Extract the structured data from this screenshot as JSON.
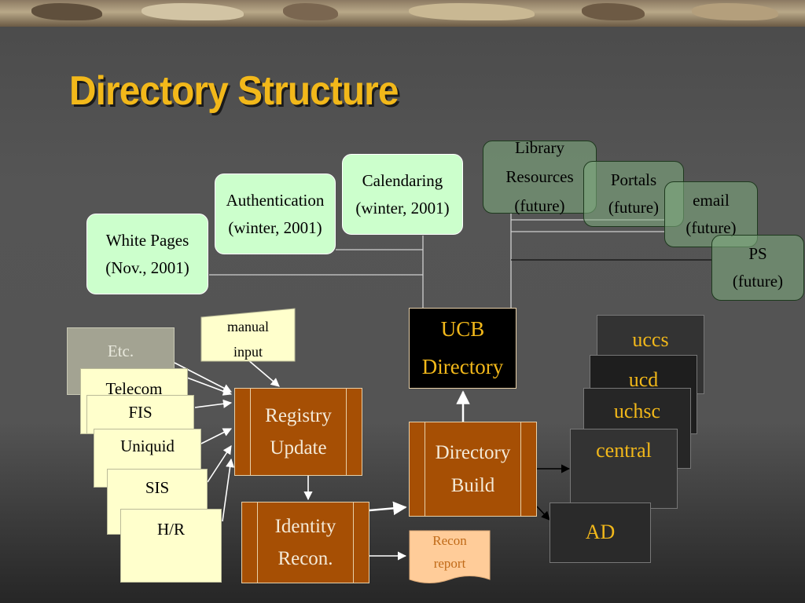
{
  "slide": {
    "title": "Directory Structure"
  },
  "nodes": {
    "white_pages": [
      "White Pages",
      "(Nov., 2001)"
    ],
    "authentication": [
      "Authentication",
      "(winter, 2001)"
    ],
    "calendaring": [
      "Calendaring",
      "(winter, 2001)"
    ],
    "library": [
      "Library",
      "Resources",
      "(future)"
    ],
    "portals": [
      "Portals",
      "(future)"
    ],
    "email": [
      "email",
      "(future)"
    ],
    "ps": [
      "PS",
      "(future)"
    ],
    "ucb_directory": [
      "UCB",
      "Directory"
    ],
    "manual_input": [
      "manual",
      "input"
    ],
    "etc": "Etc.",
    "telecom": "Telecom",
    "fis": "FIS",
    "uniquid": "Uniquid",
    "sis": "SIS",
    "hr": "H/R",
    "registry_update": [
      "Registry",
      "Update"
    ],
    "identity_recon": [
      "Identity",
      "Recon."
    ],
    "directory_build": [
      "Directory",
      "Build"
    ],
    "recon_report": [
      "Recon",
      "report"
    ],
    "uccs": "uccs",
    "ucd": "ucd",
    "uchsc": "uchsc",
    "central": "central",
    "ad": "AD"
  },
  "colors": {
    "title": "#f2b81a",
    "process_box": "#a64f04",
    "service_box": "#ccffcc",
    "future_box": "#82af82",
    "source_box": "#ffffcc",
    "report_box": "#ffcc99",
    "campus_box": "#2a2a2a"
  }
}
